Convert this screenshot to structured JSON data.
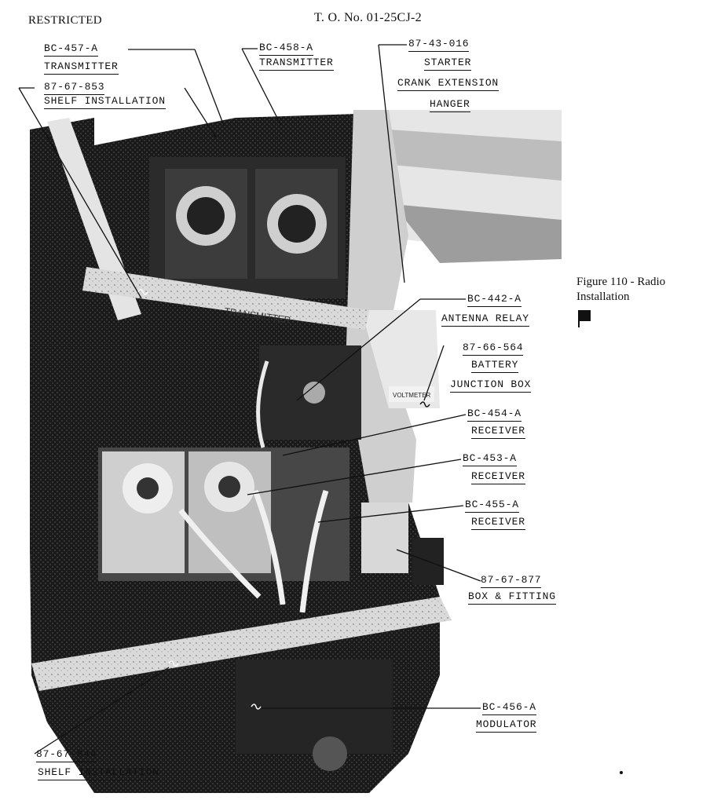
{
  "header": {
    "classification": "RESTRICTED",
    "order_number": "T. O. No. 01-25CJ-2"
  },
  "figure": {
    "caption": "Figure 110 - Radio Installation",
    "photo_stencil": "TRANSMITTER",
    "voltmeter_stencil": "VOLTMETER"
  },
  "callouts": {
    "bc457_part": "BC-457-A",
    "bc457_name": "TRANSMITTER",
    "shelf_top_part": "87-67-853",
    "shelf_top_name": "SHELF INSTALLATION",
    "bc458_part": "BC-458-A",
    "bc458_name": "TRANSMITTER",
    "starter_part": "87-43-016",
    "starter_line1": "STARTER",
    "starter_line2": "CRANK EXTENSION",
    "starter_line3": "HANGER",
    "bc442_part": "BC-442-A",
    "bc442_name": "ANTENNA RELAY",
    "battery_part": "87-66-564",
    "battery_line1": "BATTERY",
    "battery_line2": "JUNCTION BOX",
    "bc454_part": "BC-454-A",
    "bc454_name": "RECEIVER",
    "bc453_part": "BC-453-A",
    "bc453_name": "RECEIVER",
    "bc455_part": "BC-455-A",
    "bc455_name": "RECEIVER",
    "box_part": "87-67-877",
    "box_name": "BOX & FITTING",
    "bc456_part": "BC-456-A",
    "bc456_name": "MODULATOR",
    "shelf_bottom_part": "87-67-844",
    "shelf_bottom_name": "SHELF INSTALLATION"
  }
}
